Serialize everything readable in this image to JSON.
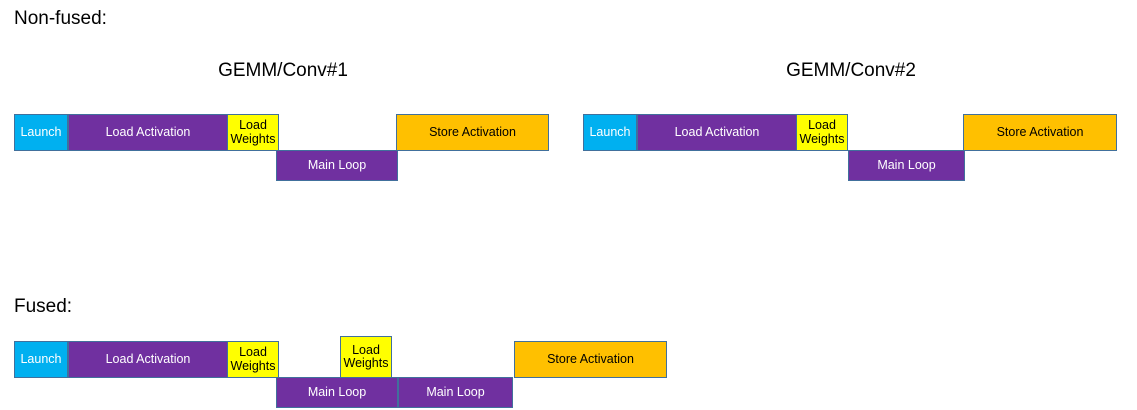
{
  "diagram": {
    "type": "timeline-gantt",
    "description": "Execution timeline comparison of non-fused versus fused GEMM/Conv operations",
    "colors": {
      "launch": "#00B0F0",
      "load_activation": "#7030A0",
      "load_weights": "#FFFF00",
      "main_loop": "#7030A0",
      "store_activation": "#FFC000",
      "border": "#41709C",
      "background": "#FFFFFF",
      "text_dark": "#000000",
      "text_light": "#FFFFFF"
    },
    "sections": [
      {
        "id": "non-fused",
        "label": "Non-fused:",
        "groups": [
          {
            "id": "gemm-conv-1",
            "title": "GEMM/Conv#1",
            "bars": [
              {
                "id": "launch-1",
                "label": "Launch",
                "kind": "launch"
              },
              {
                "id": "load-act-1",
                "label": "Load Activation",
                "kind": "load-act"
              },
              {
                "id": "weights-1",
                "label": "Load\nWeights",
                "kind": "weights"
              },
              {
                "id": "mainloop-1",
                "label": "Main Loop",
                "kind": "mainloop"
              },
              {
                "id": "store-1",
                "label": "Store Activation",
                "kind": "store"
              }
            ]
          },
          {
            "id": "gemm-conv-2",
            "title": "GEMM/Conv#2",
            "bars": [
              {
                "id": "launch-2",
                "label": "Launch",
                "kind": "launch"
              },
              {
                "id": "load-act-2",
                "label": "Load Activation",
                "kind": "load-act"
              },
              {
                "id": "weights-2",
                "label": "Load\nWeights",
                "kind": "weights"
              },
              {
                "id": "mainloop-2",
                "label": "Main Loop",
                "kind": "mainloop"
              },
              {
                "id": "store-2",
                "label": "Store Activation",
                "kind": "store"
              }
            ]
          }
        ]
      },
      {
        "id": "fused",
        "label": "Fused:",
        "groups": [
          {
            "id": "fused-timeline",
            "title": "",
            "bars": [
              {
                "id": "launch-f",
                "label": "Launch",
                "kind": "launch"
              },
              {
                "id": "load-act-f",
                "label": "Load Activation",
                "kind": "load-act"
              },
              {
                "id": "weights-f1",
                "label": "Load\nWeights",
                "kind": "weights"
              },
              {
                "id": "weights-f2",
                "label": "Load\nWeights",
                "kind": "weights"
              },
              {
                "id": "mainloop-f1",
                "label": "Main Loop",
                "kind": "mainloop"
              },
              {
                "id": "mainloop-f2",
                "label": "Main Loop",
                "kind": "mainloop"
              },
              {
                "id": "store-f",
                "label": "Store Activation",
                "kind": "store"
              }
            ]
          }
        ]
      }
    ]
  }
}
